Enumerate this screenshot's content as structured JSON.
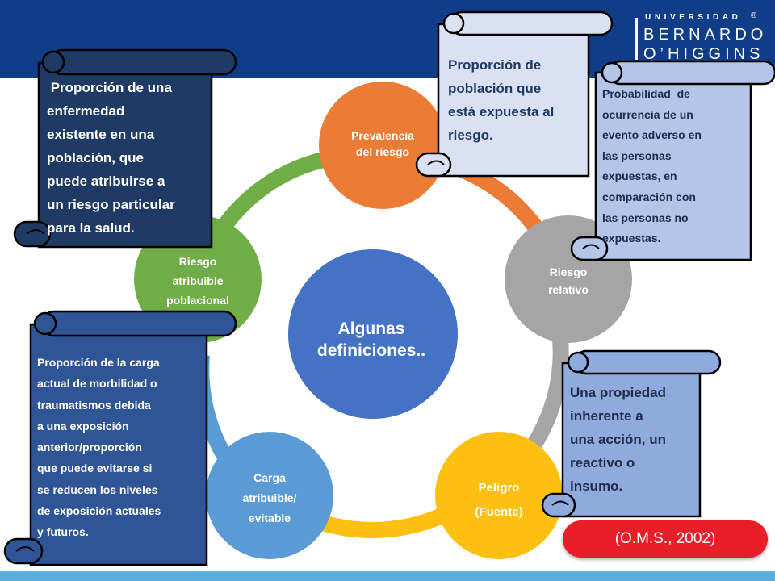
{
  "logo": {
    "line1": "UNIVERSIDAD",
    "line2": "BERNARDO",
    "line3": "O’HIGGINS",
    "registered": "®"
  },
  "center": {
    "label": "Algunas definiciones.."
  },
  "nodes": [
    {
      "id": "prevalencia",
      "label_lines": [
        "Prevalencia",
        "del riesgo"
      ],
      "color": "#ec7b35"
    },
    {
      "id": "riesgo-relativo",
      "label_lines": [
        "Riesgo",
        "relativo"
      ],
      "color": "#a5a5a5"
    },
    {
      "id": "peligro",
      "label_lines": [
        "Peligro",
        "(Fuente)"
      ],
      "color": "#fdbf10"
    },
    {
      "id": "carga",
      "label_lines": [
        "Carga",
        "atribuible/",
        "evitable"
      ],
      "color": "#5b9bd5"
    },
    {
      "id": "riesgo-atribuible",
      "label_lines": [
        "Riesgo",
        "atribuible",
        "poblacional"
      ],
      "color": "#70ad47"
    }
  ],
  "scrolls": {
    "riesgo_atribuible": {
      "lines": [
        " Proporción de una",
        "enfermedad",
        "existente en una",
        "población, que",
        "puede atribuirse a",
        "un riesgo particular",
        "para la salud."
      ],
      "fill": "#203a66",
      "text_color": "#ffffff"
    },
    "prevalencia": {
      "lines": [
        "Proporción de",
        "población que",
        "está expuesta al",
        "riesgo."
      ],
      "fill": "#d9e1f2",
      "text_color": "#203a66"
    },
    "riesgo_relativo": {
      "lines": [
        "Probabilidad  de",
        "ocurrencia de un",
        "evento adverso en",
        "las personas",
        "expuestas, en",
        "comparación con",
        "las personas no",
        "expuestas."
      ],
      "fill": "#b4c6e7",
      "text_color": "#1f2d4a"
    },
    "carga": {
      "lines": [
        "Proporción de la carga",
        "actual de morbilidad o",
        "traumatismos debida",
        "a una exposición",
        "anterior/proporción",
        "que puede evitarse si",
        "se reducen los niveles",
        "de exposición actuales",
        "y futuros."
      ],
      "fill": "#2f5597",
      "text_color": "#ffffff"
    },
    "peligro": {
      "lines": [
        "Una propiedad",
        "inherente a",
        "una acción, un",
        "reactivo o",
        "insumo."
      ],
      "fill": "#8faadc",
      "text_color": "#1f2d4a"
    }
  },
  "citation": "(O.M.S., 2002)"
}
